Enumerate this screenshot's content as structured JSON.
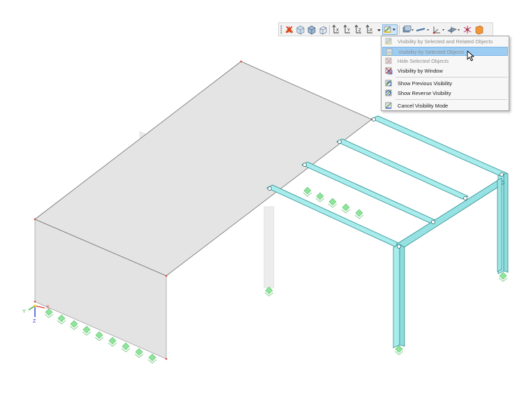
{
  "toolbar": {
    "buttons": [
      {
        "icon": "visibility-reset-icon"
      },
      {
        "icon": "iso-view-icon"
      },
      {
        "icon": "solid-view-icon"
      },
      {
        "icon": "wireframe-view-icon"
      },
      {
        "icon": "view-x-icon",
        "label": "X"
      },
      {
        "icon": "view-y-icon",
        "label": "Y"
      },
      {
        "icon": "view-z-icon",
        "label": "Z"
      },
      {
        "icon": "view-minus-x-icon",
        "label": "-X"
      },
      {
        "icon": "visibility-mode-icon"
      },
      {
        "icon": "display-settings-icon"
      },
      {
        "icon": "line-style-icon"
      },
      {
        "icon": "axis-system-icon"
      },
      {
        "icon": "section-icon"
      },
      {
        "icon": "grid-icon"
      },
      {
        "icon": "color-box-icon"
      }
    ]
  },
  "visibility_menu": {
    "items": [
      {
        "label": "Visibility by Selected and Related Objects",
        "enabled": false,
        "icon": "visibility-related-icon"
      },
      {
        "label": "Visibility by Selected Objects",
        "enabled": false,
        "highlighted": true,
        "icon": "visibility-selected-icon"
      },
      {
        "label": "Hide Selected Objects",
        "enabled": false,
        "icon": "hide-objects-icon"
      },
      {
        "label": "Visibility by Window",
        "enabled": true,
        "icon": "visibility-window-icon"
      },
      {
        "label": "Show Previous Visibility",
        "enabled": true,
        "icon": "previous-visibility-icon"
      },
      {
        "label": "Show Reverse Visibility",
        "enabled": true,
        "icon": "reverse-visibility-icon"
      },
      {
        "label": "Cancel Visibility Mode",
        "enabled": true,
        "icon": "cancel-visibility-icon"
      }
    ]
  },
  "axes": {
    "x_label": "X",
    "y_label": "Y",
    "z_label": "Z"
  },
  "colors": {
    "member_fill": "#a8ecec",
    "member_stroke": "#2f8e92",
    "surface_fill": "#e4e4e4",
    "support": "#8ee49b",
    "menu_highlight": "#9dcdf3"
  }
}
